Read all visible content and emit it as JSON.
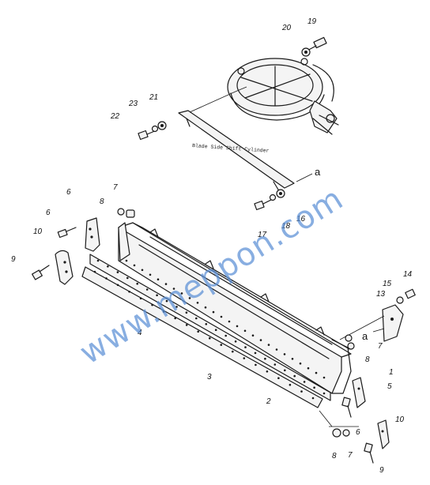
{
  "diagram": {
    "caption": "Blade Side Shift Cylinder",
    "watermark": "www.meppon.com",
    "reference_letter": "a",
    "part_numbers": [
      "1",
      "2",
      "3",
      "4",
      "5",
      "6",
      "7",
      "8",
      "9",
      "10",
      "13",
      "14",
      "15",
      "16",
      "17",
      "18",
      "19",
      "20",
      "21",
      "22",
      "23"
    ]
  }
}
